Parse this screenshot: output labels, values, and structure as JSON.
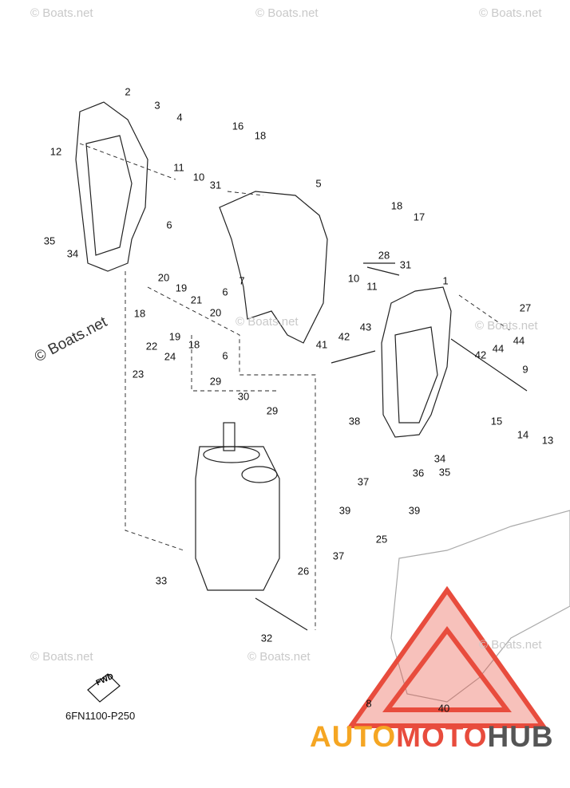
{
  "diagram_code": "6FN1100-P250",
  "fwd_label": "FWD",
  "watermark": "© Boats.net",
  "logo": {
    "part1": "AUTO",
    "part2": "MOTO",
    "part3": "HUB"
  },
  "callouts": [
    "1",
    "2",
    "3",
    "4",
    "5",
    "6",
    "6",
    "6",
    "7",
    "8",
    "9",
    "10",
    "10",
    "11",
    "11",
    "12",
    "13",
    "14",
    "15",
    "16",
    "17",
    "18",
    "18",
    "18",
    "18",
    "19",
    "19",
    "20",
    "20",
    "21",
    "22",
    "23",
    "24",
    "25",
    "26",
    "27",
    "28",
    "29",
    "29",
    "30",
    "31",
    "31",
    "32",
    "33",
    "34",
    "34",
    "35",
    "35",
    "36",
    "37",
    "37",
    "38",
    "39",
    "39",
    "40",
    "41",
    "42",
    "42",
    "43",
    "44",
    "44"
  ]
}
